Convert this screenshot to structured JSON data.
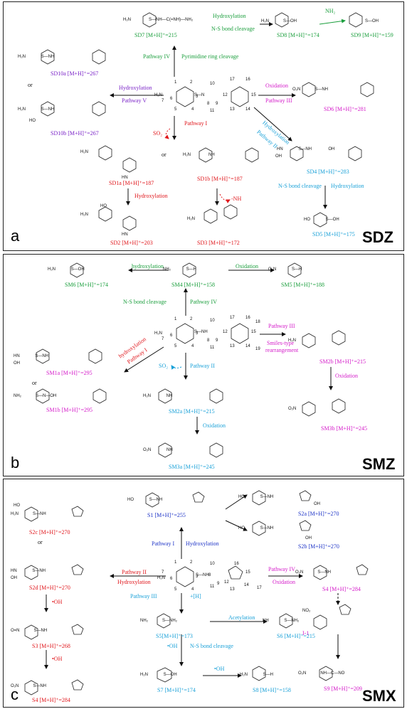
{
  "panels": {
    "a": {
      "letter": "a",
      "compound": "SDZ",
      "products": {
        "SD7": "SD7 [M+H]⁺=215",
        "SD8": "SD8 [M+H]⁺=174",
        "SD9": "SD9 [M+H]⁺=159",
        "SD10a": "SD10a [M+H]⁺=267",
        "SD10b": "SD10b [M+H]⁺=267",
        "SD6": "SD6 [M+H]⁺=281",
        "SD4": "SD4 [M+H]⁺=283",
        "SD5": "SD5 [M+H]⁺=175",
        "SD1a": "SD1a [M+H]⁺=187",
        "SD1b": "SD1b [M+H]⁺=187",
        "SD2": "SD2 [M+H]⁺=203",
        "SD3": "SD3 [M+H]⁺=172"
      },
      "labels": {
        "hydroxylation_top": "Hydroxylation",
        "ns_cleavage": "N-S bond cleavage",
        "nh2": "NH₂",
        "pathway4": "Pathway IV",
        "pyr_cleavage": "Pyrimidine ring cleavage",
        "hydroxylation_left": "Hydroxylation",
        "pathway5": "Pathway V",
        "oxidation": "Oxidation",
        "pathway3": "Pathway III",
        "hydroxylation_diag": "Hydroxylation",
        "pathway2": "Pathway II",
        "pathway1": "Pathway I",
        "so2": "SO₂",
        "ns_cleavage2": "N-S bond cleavage",
        "hydroxylation_right": "Hydroxylation",
        "hydroxylation_sd2": "Hydroxylation",
        "nh_loss": "-NH",
        "or1": "or",
        "or2": "or"
      }
    },
    "b": {
      "letter": "b",
      "compound": "SMZ",
      "products": {
        "SM6": "SM6 [M+H]⁺=174",
        "SM4": "SM4 [M+H]⁺=158",
        "SM5": "SM5 [M+H]⁺=188",
        "SM1a": "SM1a [M+H]⁺=295",
        "SM1b": "SM1b [M+H]⁺=295",
        "SM2b": "SM2b [M+H]⁺=215",
        "SM3b": "SM3b [M+H]⁺=245",
        "SM2a": "SM2a [M+H]⁺=215",
        "SM3a": "SM3a [M+H]⁺=245"
      },
      "labels": {
        "hydroxylation_top": "hydroxylation",
        "oxidation_top": "Oxidation",
        "ns_cleavage": "N-S bond cleavage",
        "pathway4": "Pathway IV",
        "hydroxylation_left": "hydroxylation",
        "pathway1": "Pathway I",
        "pathway3": "Pathway III",
        "smiles": "Smiles-type",
        "rearr": "rearrangement",
        "so2": "SO₂",
        "pathway2": "Pathway II",
        "oxidation_right": "Oxidation",
        "oxidation_bottom": "Oxidation",
        "or1": "or"
      }
    },
    "c": {
      "letter": "c",
      "compound": "SMX",
      "products": {
        "S1": "S1 [M+H]⁺=255",
        "S2a": "S2a [M+H]⁺=270",
        "S2b": "S2b [M+H]⁺=270",
        "S2c": "S2c [M+H]⁺=270",
        "S2d": "S2d [M+H]⁺=270",
        "S3": "S3 [M+H]⁺=268",
        "S4left": "S4 [M+H]⁺=284",
        "S4right": "S4 [M+H]⁺=284",
        "I1": "I-1",
        "S9": "S9 [M+H]⁺=209",
        "S5": "S5[M+H]⁺=173",
        "S6": "S6 [M+H]⁺=215",
        "S7": "S7 [M+H]⁺=174",
        "S8": "S8 [M+H]⁺=158"
      },
      "labels": {
        "pathway1": "Pathway I",
        "hydroxylation_top": "Hydroxylation",
        "pathway2": "Pathway II",
        "hydroxylation_left": "Hydroxylation",
        "pathway4": "Pathway IV",
        "oxidation": "Oxidation",
        "pathway3": "Pathway III",
        "plus_h": "+[H]",
        "acetylation": "Acetylation",
        "oh1": "•OH",
        "oh2": "•OH",
        "oh3": "•OH",
        "oh4": "•OH",
        "ns_cleavage": "N-S bond cleavage",
        "or1": "or"
      }
    }
  }
}
